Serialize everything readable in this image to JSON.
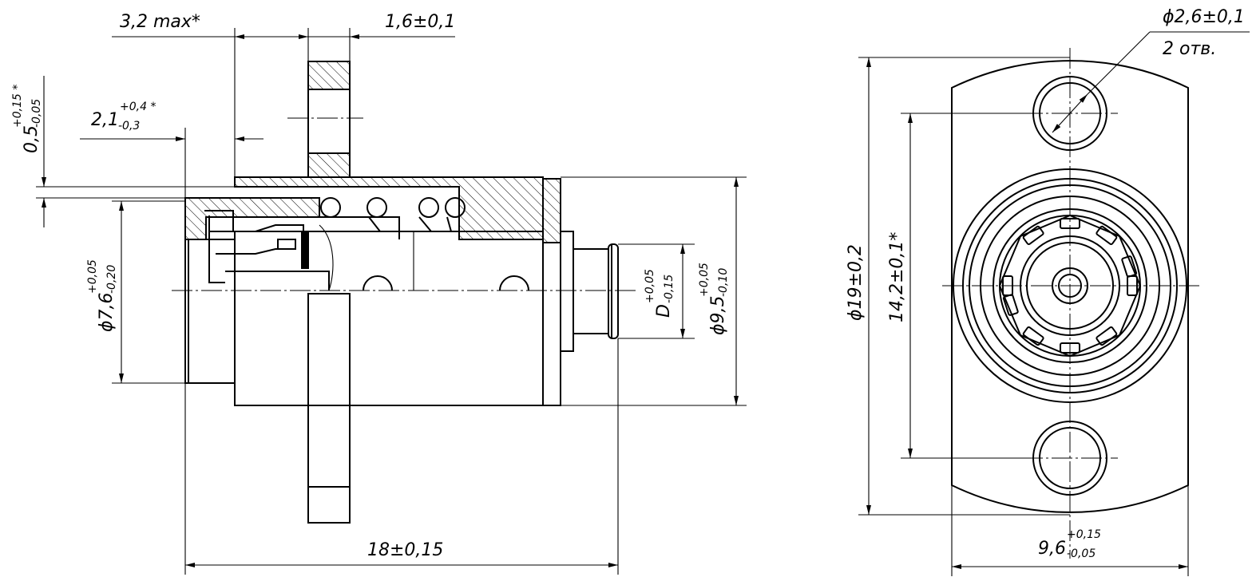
{
  "drawing": {
    "dims": {
      "d_3_2max": "3,2 max*",
      "d_1_6": "1,6±0,1",
      "d_2_1_base": "2,1",
      "d_2_1_upper": "+0,4 *",
      "d_2_1_lower": "-0,3",
      "d_0_5_base": "0,5",
      "d_0_5_upper": "+0,15 *",
      "d_0_5_lower": "-0,05",
      "d_7_6_base": "ϕ7,6",
      "d_7_6_upper": "+0,05",
      "d_7_6_lower": "-0,20",
      "d_D_base": "D",
      "d_D_upper": "+0,05",
      "d_D_lower": "-0,15",
      "d_9_5_base": "ϕ9,5",
      "d_9_5_upper": "+0,05",
      "d_9_5_lower": "-0,10",
      "d_18": "18±0,15",
      "d_19": "ϕ19±0,2",
      "d_14_2": "14,2±0,1*",
      "d_9_6_base": "9,6",
      "d_9_6_upper": "+0,15",
      "d_9_6_lower": "-0,05",
      "d_2_6": "ϕ2,6±0,1",
      "d_2_holes": "2 отв."
    }
  }
}
